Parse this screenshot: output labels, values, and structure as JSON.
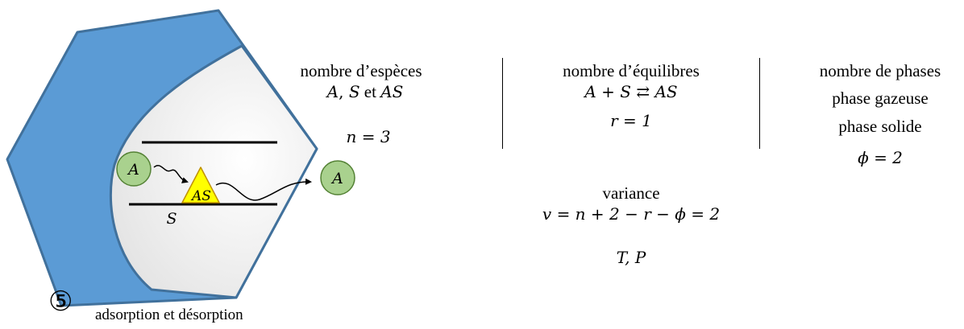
{
  "diagram": {
    "species_label": "A",
    "intermediate_label": "AS",
    "surface_label": "S",
    "step_number": "⑤",
    "caption": "adsorption et désorption"
  },
  "columns": {
    "species": {
      "title": "nombre d’espèces",
      "list_A": "A",
      "list_comma": ", ",
      "list_S": "S",
      "list_et": " et ",
      "list_AS": "AS",
      "count": "n = 3"
    },
    "equilibria": {
      "title": "nombre d’équilibres",
      "reaction": "A + S ⇄ AS",
      "count": "r = 1"
    },
    "phases": {
      "title": "nombre de phases",
      "phase1": "phase gazeuse",
      "phase2": "phase solide",
      "count": "ϕ = 2"
    }
  },
  "variance": {
    "title": "variance",
    "formula": "v = n + 2 − r − ϕ = 2",
    "variables": "T, P"
  },
  "colors": {
    "catalyst_fill": "#5B9BD5",
    "catalyst_stroke": "#41719C",
    "pore_fill": "#F2F2F2",
    "species_fill": "#A9D18E",
    "species_stroke": "#548235",
    "intermediate_fill": "#FFFF00",
    "intermediate_stroke": "#BF9000"
  }
}
